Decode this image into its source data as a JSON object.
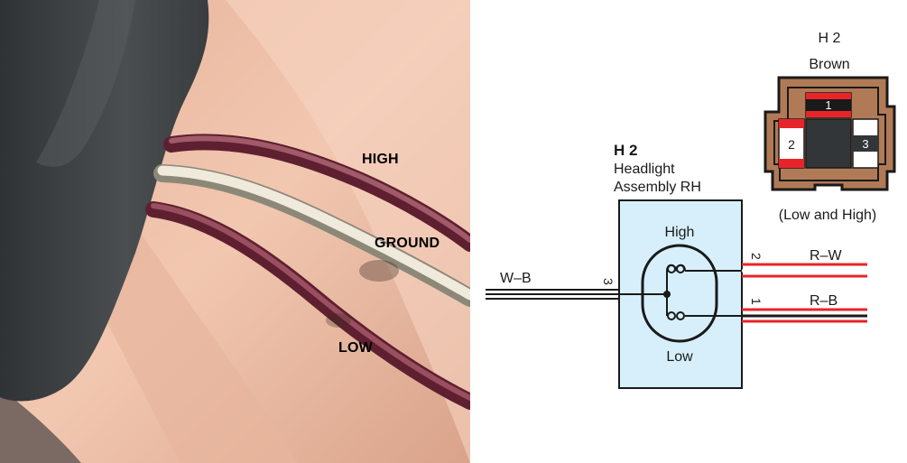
{
  "photo": {
    "labels": {
      "high": "HIGH",
      "ground": "GROUND",
      "low": "LOW"
    }
  },
  "diagram": {
    "connector_view": {
      "code": "H 2",
      "color_name": "Brown",
      "pins": [
        "1",
        "2",
        "3"
      ],
      "caption": "(Low and High)"
    },
    "component": {
      "code": "H 2",
      "name_line1": "Headlight",
      "name_line2": "Assembly RH",
      "high_label": "High",
      "low_label": "Low"
    },
    "wires": {
      "pin3": {
        "pin": "3",
        "color_code": "W–B"
      },
      "pin2": {
        "pin": "2",
        "color_code": "R–W"
      },
      "pin1": {
        "pin": "1",
        "color_code": "R–B"
      }
    },
    "colors": {
      "connector_brown": "#b07a57",
      "wire_red": "#e8242a",
      "component_fill": "#d6effb",
      "outline": "#1a1a1a"
    }
  }
}
